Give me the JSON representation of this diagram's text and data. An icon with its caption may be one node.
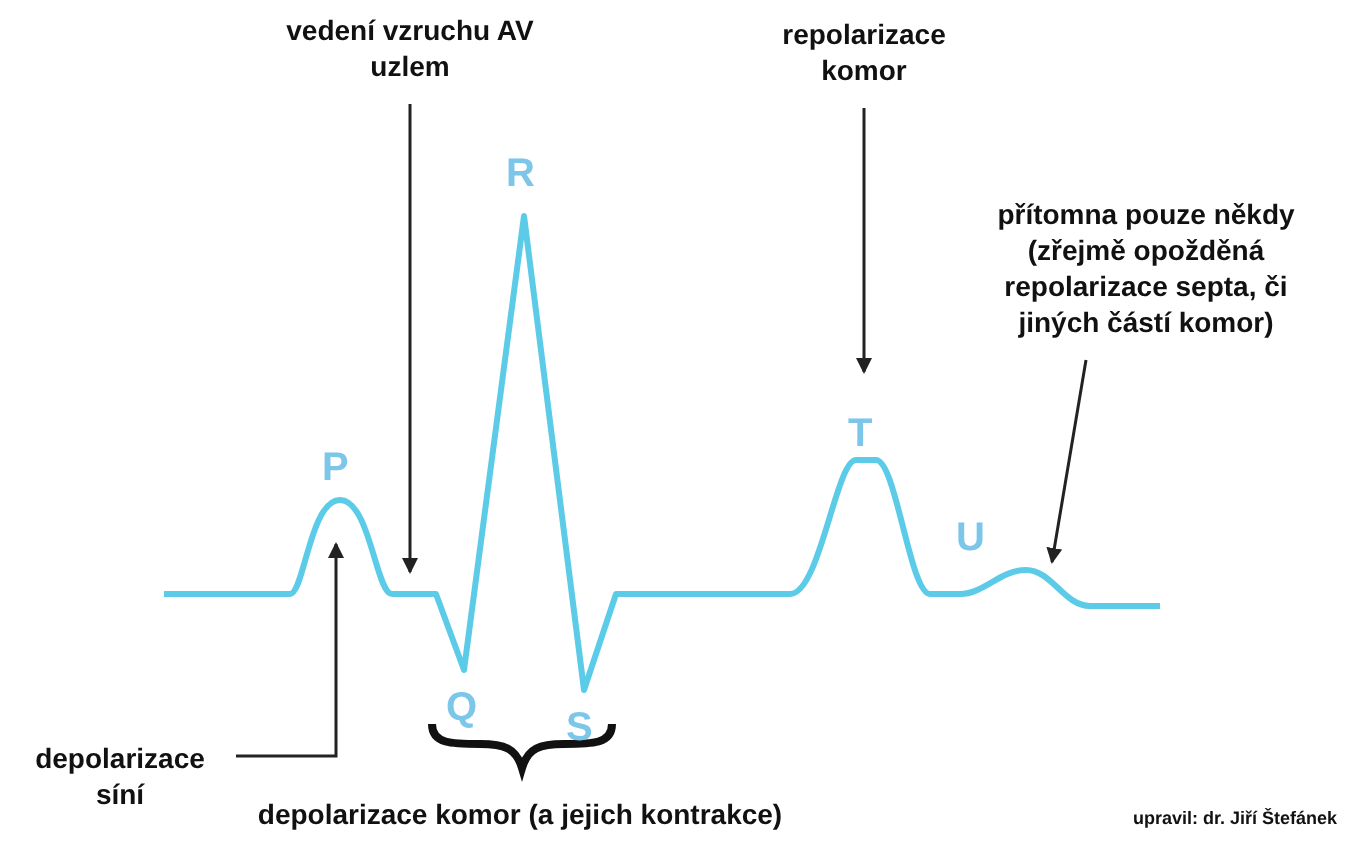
{
  "diagram": {
    "nodes": [
      {
        "text": [
          "vedení vzruchu AV uzlem"
        ]
      },
      {
        "text": [
          "repolarizace komor"
        ]
      },
      {
        "text": [
          "přítomna pouze někdy (zřejmě opožděná repolarizace septa, či jiných částí komor)"
        ]
      },
      {
        "text": [
          "depolarizace síní"
        ]
      }
    ],
    "edges": [
      {
        "from": 0,
        "to": null,
        "arrow": "to"
      },
      {
        "from": 1,
        "to": null,
        "arrow": "to"
      },
      {
        "from": 2,
        "to": null,
        "arrow": "to"
      },
      {
        "from": 3,
        "to": null,
        "arrow": "to"
      }
    ],
    "labels": [
      "R",
      "T",
      "P",
      "U",
      "Q",
      "S",
      "depolarizace komor (a jejich kontrakce)",
      "upravil: dr. Jiří Štefánek"
    ]
  }
}
